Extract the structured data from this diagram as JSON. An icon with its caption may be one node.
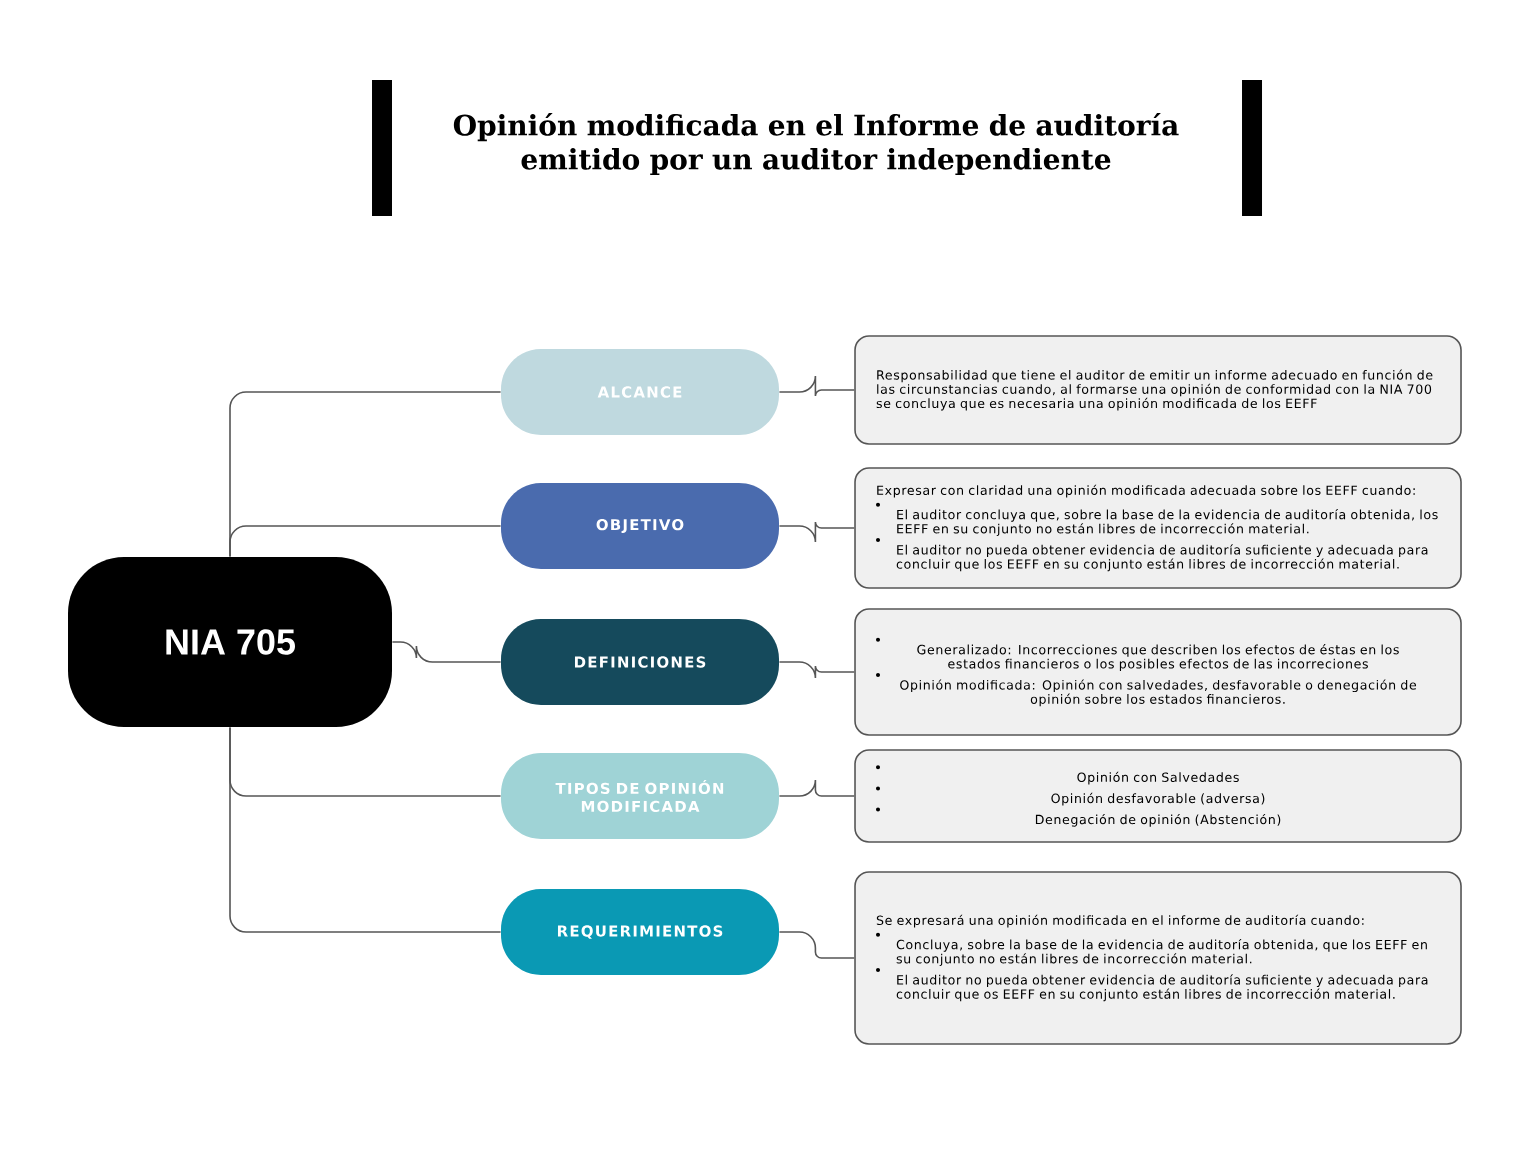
{
  "diagram": {
    "title": "Opinión modificada en el Informe de auditoría emitido por un auditor independiente",
    "nodes": [
      {
        "text": [
          "NIA 705"
        ]
      },
      {
        "text": [
          "ALCANCE"
        ]
      },
      {
        "text": [
          "OBJETIVO"
        ]
      },
      {
        "text": [
          "DEFINICIONES"
        ]
      },
      {
        "text": [
          "TIPOS DE OPINIÓN MODIFICADA"
        ]
      },
      {
        "text": [
          "REQUERIMIENTOS"
        ]
      },
      {
        "text": [
          "Responsabilidad que tiene el auditor de emitir un informe adecuado en función de las circunstancias cuando, al formarse una opinión de conformidad con la NIA 700 se concluya que es necesaria una opinión modificada de los EEFF"
        ]
      },
      {
        "text": [
          "Expresar con claridad una opinión modificada adecuada sobre los EEFF cuando:",
          "El auditor concluya que, sobre la base de la evidencia de auditoría obtenida, los EEFF en su conjunto no están libres de incorrección material.",
          "El auditor no pueda obtener evidencia de auditoría suficiente y adecuada para concluir que los EEFF en su conjunto están libres de incorrección material."
        ]
      },
      {
        "text": [
          "Generalizado: Incorrecciones que describen los efectos de éstas en los estados financieros o los posibles efectos de las incorreciones",
          "Opinión modificada: Opinión con salvedades, desfavorable o denegación de opinión sobre los estados financieros."
        ]
      },
      {
        "text": [
          "Opinión con Salvedades",
          "Opinión desfavorable (adversa)",
          "Denegación de opinión (Abstención)"
        ]
      },
      {
        "text": [
          "Se expresará una opinión modificada en el informe de auditoría cuando:",
          "Concluya, sobre la base de la evidencia de auditoría obtenida, que los EEFF en su conjunto no están libres de incorrección material.",
          "El auditor no pueda obtener evidencia de auditoría suficiente y adecuada para concluir que os EEFF en su conjunto están libres de incorrección material."
        ]
      }
    ],
    "edges": [
      {
        "from": 0,
        "to": 1,
        "arrow": "none"
      },
      {
        "from": 0,
        "to": 2,
        "arrow": "none"
      },
      {
        "from": 0,
        "to": 3,
        "arrow": "none"
      },
      {
        "from": 0,
        "to": 4,
        "arrow": "none"
      },
      {
        "from": 0,
        "to": 5,
        "arrow": "none"
      },
      {
        "from": 1,
        "to": 6,
        "arrow": "none"
      },
      {
        "from": 2,
        "to": 7,
        "arrow": "none"
      },
      {
        "from": 3,
        "to": 8,
        "arrow": "none"
      },
      {
        "from": 4,
        "to": 9,
        "arrow": "none"
      },
      {
        "from": 5,
        "to": 10,
        "arrow": "none"
      }
    ]
  }
}
